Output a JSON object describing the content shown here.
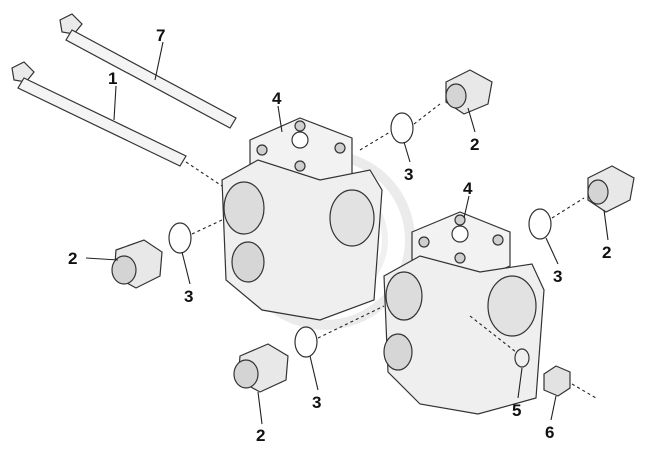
{
  "diagram": {
    "callouts": [
      {
        "id": "c7",
        "text": "7"
      },
      {
        "id": "c1",
        "text": "1"
      },
      {
        "id": "c4a",
        "text": "4"
      },
      {
        "id": "c4b",
        "text": "4"
      },
      {
        "id": "c2a",
        "text": "2"
      },
      {
        "id": "c2b",
        "text": "2"
      },
      {
        "id": "c2c",
        "text": "2"
      },
      {
        "id": "c2d",
        "text": "2"
      },
      {
        "id": "c3a",
        "text": "3"
      },
      {
        "id": "c3b",
        "text": "3"
      },
      {
        "id": "c3c",
        "text": "3"
      },
      {
        "id": "c3d",
        "text": "3"
      },
      {
        "id": "c5",
        "text": "5"
      },
      {
        "id": "c6",
        "text": "6"
      }
    ],
    "colors": {
      "line": "#222222",
      "part_fill": "#f2f2f2",
      "part_shade": "#cfcfcf",
      "watermark": "#e6e6e6"
    }
  }
}
